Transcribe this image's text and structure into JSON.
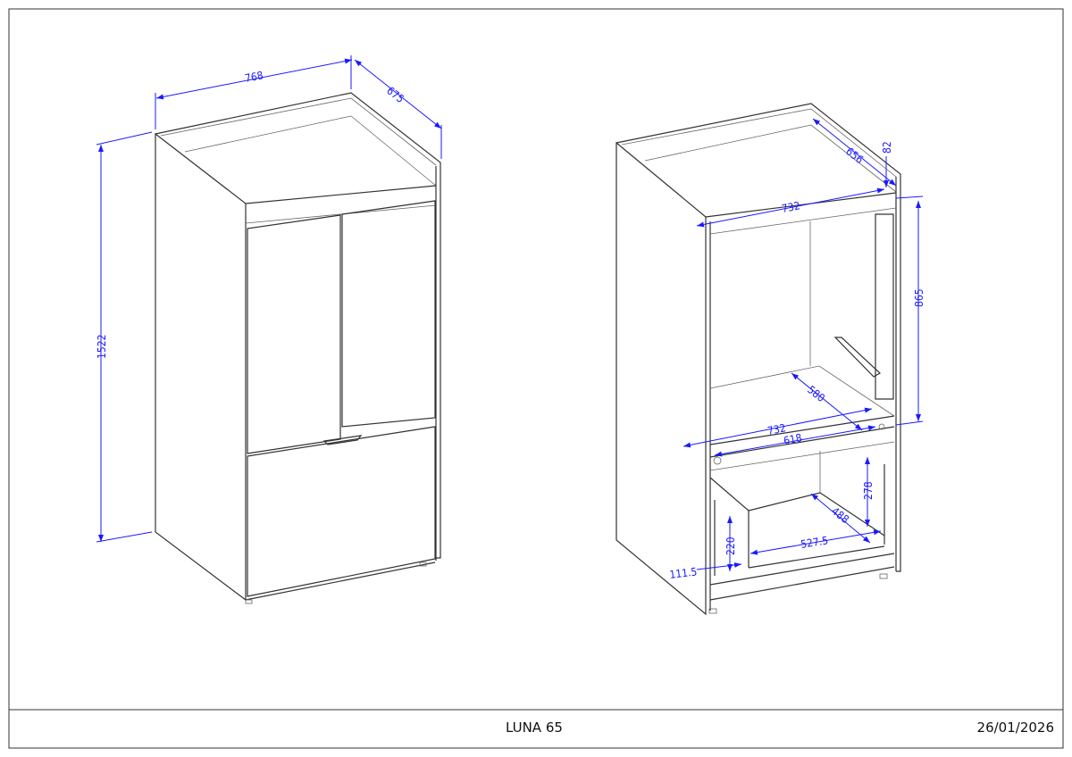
{
  "footer": {
    "title": "LUNA 65",
    "date": "26/01/2026"
  },
  "closed_view": {
    "width": "768",
    "depth": "675",
    "height": "1522"
  },
  "open_view": {
    "inner_depth_top": "656",
    "top_offset": "82",
    "inner_width_top": "732",
    "upper_height": "865",
    "shelf_depth": "580",
    "shelf_width": "732",
    "shelf_inner_width": "618",
    "drawer_height": "278",
    "drawer_depth": "488",
    "drawer_width": "527.5",
    "drawer_front_height": "220",
    "drawer_offset": "111.5"
  },
  "colors": {
    "dimension": "#1a1aff",
    "line": "#333333"
  }
}
